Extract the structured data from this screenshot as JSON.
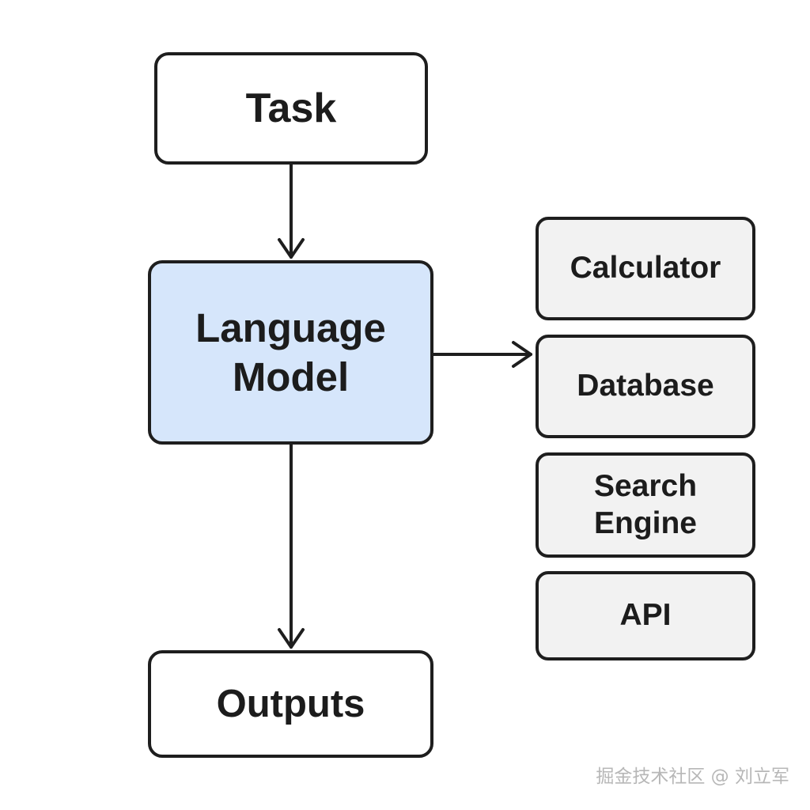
{
  "nodes": {
    "task": "Task",
    "language_model": [
      "Language",
      "Model"
    ],
    "outputs": "Outputs"
  },
  "tools": {
    "calculator": "Calculator",
    "database": "Database",
    "search_engine": [
      "Search",
      "Engine"
    ],
    "api": "API"
  },
  "watermark": "掘金技术社区 @ 刘立军",
  "colors": {
    "model_fill": "#d6e6fb",
    "tool_fill": "#f2f2f2",
    "stroke": "#1e1e1e"
  }
}
